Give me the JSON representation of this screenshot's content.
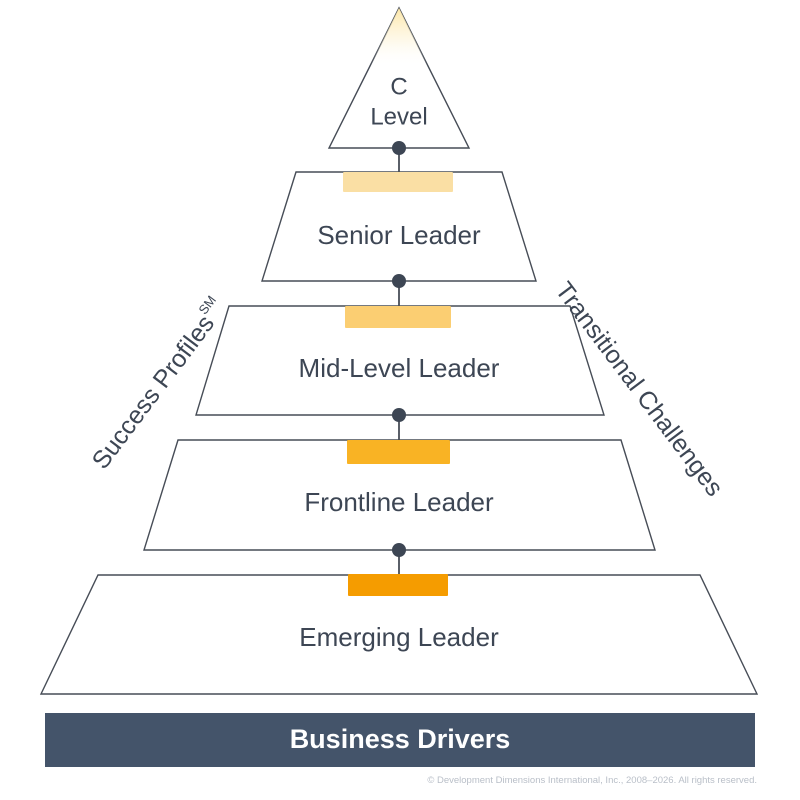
{
  "diagram": {
    "title": "Leadership Development Pyramid",
    "type": "pyramid",
    "background_color": "#ffffff",
    "outline_color": "#474d57",
    "text_color": "#3d4654"
  },
  "tiers": [
    {
      "id": "c-level",
      "label_line1": "C",
      "label_line2": "Level",
      "label_full": "C Level",
      "rank": 5,
      "marker_color": "#fdeec0",
      "marker_label": "apex-gradient"
    },
    {
      "id": "senior-leader",
      "label_full": "Senior Leader",
      "rank": 4,
      "marker_color": "#fadfa4",
      "marker_label": "senior-bar"
    },
    {
      "id": "mid-level-leader",
      "label_full": "Mid-Level Leader",
      "rank": 3,
      "marker_color": "#fbce72",
      "marker_label": "mid-level-bar"
    },
    {
      "id": "frontline-leader",
      "label_full": "Frontline Leader",
      "rank": 2,
      "marker_color": "#f9b324",
      "marker_label": "frontline-bar"
    },
    {
      "id": "emerging-leader",
      "label_full": "Emerging Leader",
      "rank": 1,
      "marker_color": "#f59c00",
      "marker_label": "emerging-bar"
    }
  ],
  "side_labels": {
    "left": {
      "text": "Success Profiles",
      "superscript": "SM",
      "orientation": "diagonal-up-right"
    },
    "right": {
      "text": "Transitional Challenges",
      "superscript": "",
      "orientation": "diagonal-down-right"
    }
  },
  "foundation": {
    "label": "Business Drivers",
    "background_color": "#44546a",
    "text_color": "#ffffff"
  },
  "footer": {
    "copyright": "© Development Dimensions International, Inc., 2008–2026.  All rights reserved."
  }
}
